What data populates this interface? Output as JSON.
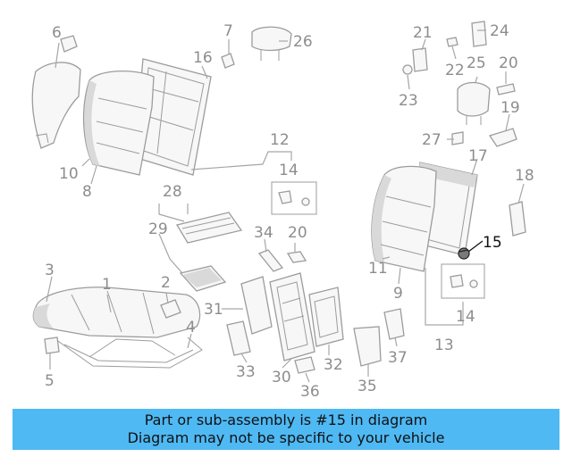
{
  "callouts": {
    "c1": "1",
    "c2": "2",
    "c3": "3",
    "c4": "4",
    "c5": "5",
    "c6": "6",
    "c7": "7",
    "c8": "8",
    "c9": "9",
    "c10": "10",
    "c11": "11",
    "c12": "12",
    "c13": "13",
    "c14a": "14",
    "c14b": "14",
    "c15": "15",
    "c16": "16",
    "c17": "17",
    "c18": "18",
    "c19": "19",
    "c20a": "20",
    "c20b": "20",
    "c21": "21",
    "c22": "22",
    "c23": "23",
    "c24": "24",
    "c25": "25",
    "c26": "26",
    "c27": "27",
    "c28": "28",
    "c29": "29",
    "c30": "30",
    "c31": "31",
    "c32": "32",
    "c33": "33",
    "c34": "34",
    "c35": "35",
    "c36": "36",
    "c37": "37"
  },
  "banner": {
    "line1": "Part or sub-assembly is #15 in diagram",
    "line2": "Diagram may not be specific to your vehicle",
    "color": "#4fb9f4"
  },
  "highlight_color": "#111111",
  "part_color": "#9c9c9c"
}
